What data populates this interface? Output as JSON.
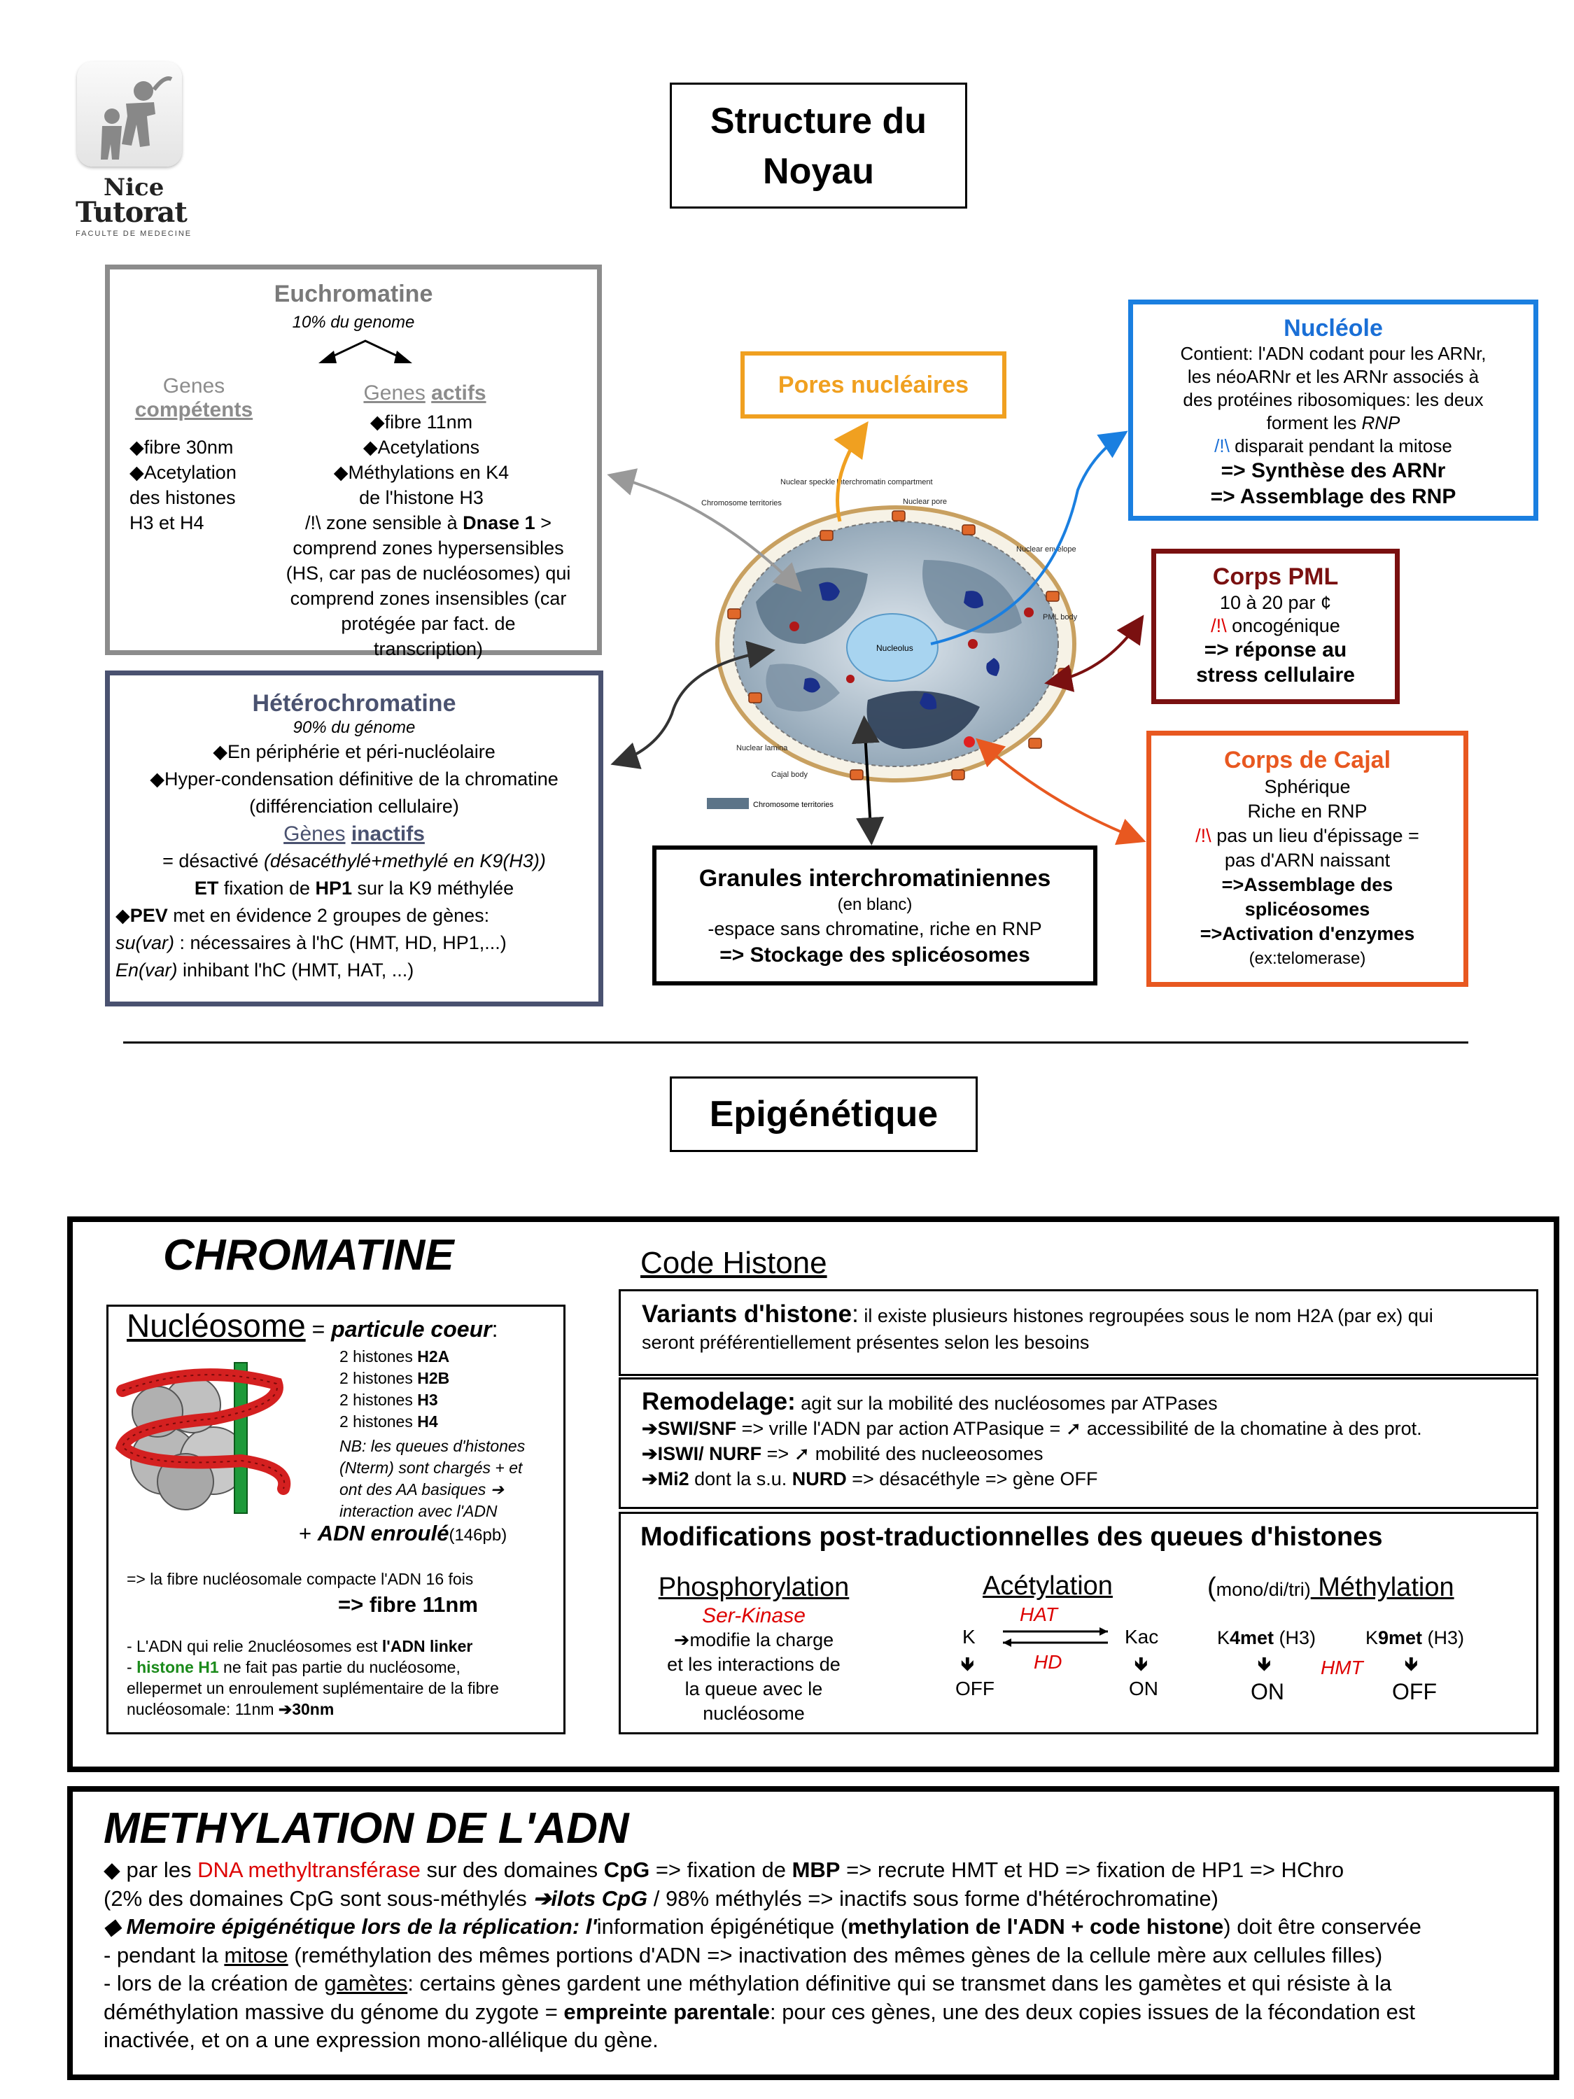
{
  "logo": {
    "line1": "Nice",
    "line2": "Tutorat",
    "line3": "FACULTE DE MEDECINE"
  },
  "title": {
    "line1": "Structure du",
    "line2": "Noyau"
  },
  "euchromatine": {
    "title": "Euchromatine",
    "subtitle": "10% du genome",
    "competents_a": "Genes",
    "competents_b": "compétents",
    "competents_items": [
      "◆fibre 30nm",
      "◆Acetylation",
      "des histones",
      "H3 et H4"
    ],
    "actifs_a": "Genes",
    "actifs_b": "actifs",
    "actifs_items": [
      "◆fibre 11nm",
      "◆Acetylations",
      "◆Méthylations en K4",
      "de l'histone H3"
    ],
    "note_prefix": "/!\\ zone sensible à ",
    "note_bold": "Dnase 1",
    "note_suffix": " >",
    "note_lines": [
      "comprend zones hypersensibles",
      "(HS, car pas de nucléosomes) qui",
      "comprend zones insensibles (car",
      "protégée par fact. de",
      "transcription)"
    ]
  },
  "heterochromatine": {
    "title": "Hétérochromatine",
    "subtitle": "90% du génome",
    "line1": "◆En périphérie et péri-nucléolaire",
    "line2": "◆Hyper-condensation définitive de la chromatine",
    "line3": "(différenciation cellulaire)",
    "genes_a": "Gènes",
    "genes_b": "inactifs",
    "desact_a": "= désactivé ",
    "desact_b": "(désacéthylé+methylé en K9(H3))",
    "et": "ET",
    "fixation_a": " fixation de ",
    "hp1": "HP1",
    "fixation_b": " sur la K9 méthylée",
    "pev_a": "◆",
    "pev_b": "PEV",
    "pev_c": " met en évidence 2 groupes de gènes:",
    "su_a": "su(var)",
    "su_b": " : nécessaires à l'hC (HMT, HD, HP1,...)",
    "en_a": "En(var)",
    "en_b": " inhibant l'hC (HMT, HAT, ...)"
  },
  "pores": {
    "title": "Pores nucléaires"
  },
  "nucleole": {
    "title": "Nucléole",
    "lines": [
      "Contient: l'ADN codant pour les ARNr,",
      "les néoARNr et les ARNr associés à",
      "des protéines ribosomiques: les deux"
    ],
    "line4a": "forment les ",
    "line4b": "RNP",
    "warn": "/!\\",
    "line5": " disparait pendant la mitose",
    "b1": "=> Synthèse des ARNr",
    "b2": "=> Assemblage des RNP"
  },
  "pml": {
    "title": "Corps PML",
    "line1": "10 à 20 par ¢",
    "warn": "/!\\",
    "line2": " oncogénique",
    "b1": "=> réponse au",
    "b2": "stress cellulaire"
  },
  "cajal": {
    "title": "Corps de Cajal",
    "line1": "Sphérique",
    "line2": "Riche en RNP",
    "warn": "/!\\",
    "line3": " pas un lieu d'épissage =",
    "line4": "pas d'ARN naissant",
    "b1": "=>Assemblage des",
    "b2": "splicéosomes",
    "b3": "=>Activation d'enzymes",
    "line5": "(ex:telomerase)"
  },
  "granules": {
    "title": "Granules interchromatiniennes",
    "line1": "(en blanc)",
    "line2": "-espace sans chromatine, riche en RNP",
    "b1": "=> Stockage des splicéosomes"
  },
  "diagram": {
    "labels": [
      "Chromosome territories",
      "Nuclear speckle",
      "Interchromatin compartment",
      "Nuclear pore",
      "Nuclear envelope",
      "PML body",
      "Nucleolus",
      "Nuclear lamina",
      "Cajal body",
      "Chromosome territories"
    ]
  },
  "epigenetique": {
    "title": "Epigénétique"
  },
  "chromatine": {
    "title": "CHROMATINE",
    "nucleosome": "Nucléosome",
    "eq": " = ",
    "particule": "particule coeur",
    "colon": ":",
    "histones": [
      {
        "a": "2 histones ",
        "b": "H2A"
      },
      {
        "a": "2 histones ",
        "b": "H2B"
      },
      {
        "a": "2 histones ",
        "b": "H3"
      },
      {
        "a": "2 histones ",
        "b": "H4"
      }
    ],
    "nb": [
      "NB: les queues d'histones",
      "(Nterm) sont chargés + et",
      "ont des AA basiques ➔",
      "interaction avec l'ADN"
    ],
    "adn_a": "+ ",
    "adn_b": "ADN enroulé",
    "adn_c": "(146pb)",
    "fibre_line": "=> la fibre nucléosomale compacte l'ADN 16 fois",
    "fibre_b": "=> fibre 11nm",
    "linker_a": "- L'ADN qui relie 2nucléosomes est ",
    "linker_b": "l'ADN linker",
    "h1_a": "- ",
    "h1_b": "histone H1",
    "h1_c": " ne fait pas partie du nucléosome,",
    "h1_d": "ellepermet un enroulement suplémentaire de la fibre",
    "h1_e": "nucléosomale: 11nm ",
    "h1_f": "➔30nm"
  },
  "code_histone": {
    "title": "Code Histone",
    "variants_title": "Variants d'histone",
    "variants_colon": ":",
    "variants_text": " il existe plusieurs histones regroupées sous le nom H2A (par ex) qui",
    "variants_text2": "seront préférentiellement présentes selon les besoins",
    "remod_title": "Remodelage:",
    "remod_text": " agit sur la mobilité des nucléosomes par ATPases",
    "remod_l1a": "➔SWI/SNF",
    "remod_l1b": " => vrille l'ADN par action ATPasique = ➚ accessibilité de la chomatine à des prot.",
    "remod_l2a": "➔ISWI/ NURF",
    "remod_l2b": " => ➚ mobilité des nucleeosomes",
    "remod_l3a": "➔Mi2",
    "remod_l3b": " dont la s.u. ",
    "remod_l3c": "NURD",
    "remod_l3d": " => désacéthyle => gène OFF",
    "mod_title": "Modifications post-traductionnelles des queues d'histones",
    "phospho": "Phosphorylation",
    "ser": "Ser-Kinase",
    "phospho_lines": [
      "➔modifie la charge",
      "et les interactions de",
      "la queue avec le",
      "nucléosome"
    ],
    "acet": "Acétylation",
    "hat": "HAT",
    "k": "K",
    "kac": "Kac",
    "hd": "HD",
    "arrow": "🡻",
    "off": "OFF",
    "on": "ON",
    "meth_a": "(",
    "meth_b": "mono/di/tri)",
    "meth_c": " Méthylation",
    "k4a": "K",
    "k4b": "4met",
    "k4c": " (H3)",
    "k9a": "K",
    "k9b": "9met",
    "k9c": " (H3)",
    "hmt": "HMT"
  },
  "methylation": {
    "title": "METHYLATION DE L'ADN",
    "l1a": "◆ par les ",
    "l1b": "DNA methyltransférase",
    "l1c": " sur des domaines ",
    "l1d": "CpG",
    "l1e": " => fixation de ",
    "l1f": "MBP",
    "l1g": " => recrute HMT et HD => fixation de HP1 => HChro",
    "l2a": "(2% des domaines CpG sont sous-méthylés ",
    "l2b": "➔ilots CpG",
    "l2c": "   /   98% méthylés => inactifs sous forme d'hétérochromatine)",
    "l3a": "◆ Memoire épigénétique lors de la réplication: l'",
    "l3b": "information épigénétique (",
    "l3c": "methylation de l'ADN + code histone",
    "l3d": ") doit être conservée",
    "l4a": "- pendant la ",
    "l4b": "mitose",
    "l4c": " (reméthylation des mêmes portions d'ADN => inactivation des mêmes gènes de la cellule mère aux cellules filles)",
    "l5a": "- lors de la création de ",
    "l5b": "gamètes",
    "l5c": ": certains gènes gardent une méthylation définitive qui se transmet dans les gamètes et qui résiste à la",
    "l6a": "déméthylation massive du génome du zygote = ",
    "l6b": "empreinte parentale",
    "l6c": ": pour ces gènes, une des deux copies issues de la fécondation est",
    "l7": "inactivée, et on a une expression mono-allélique du gène."
  }
}
